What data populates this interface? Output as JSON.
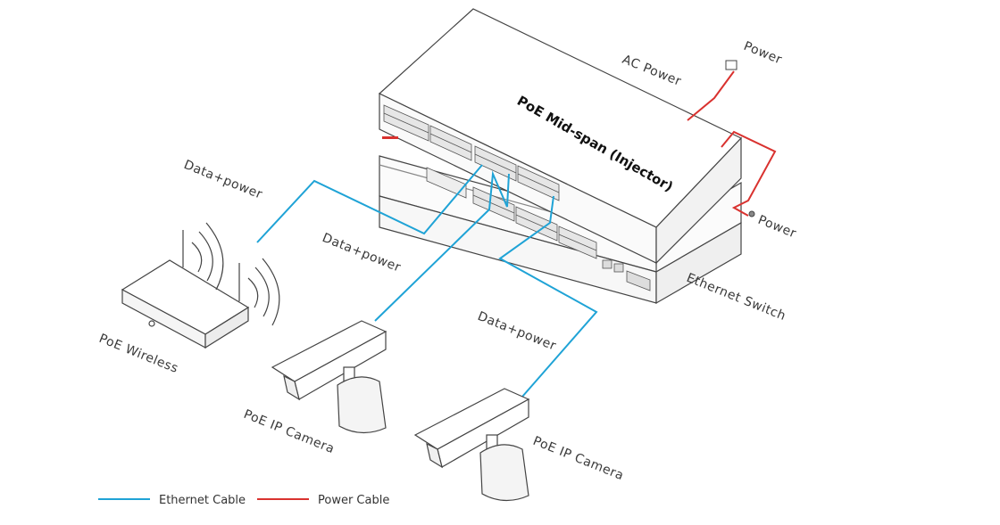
{
  "title": "PoE Mid-span (Injector)",
  "labels": {
    "ac_power": "AC Power",
    "power_top": "Power",
    "power_right": "Power",
    "ethernet_switch": "Ethernet Switch",
    "data_power_1": "Data+power",
    "data_power_2": "Data+power",
    "data_power_3": "Data+power",
    "poe_wireless": "PoE Wireless",
    "poe_ip_camera_1": "PoE IP Camera",
    "poe_ip_camera_2": "PoE IP Camera"
  },
  "legend": {
    "ethernet": "Ethernet Cable",
    "power": "Power Cable"
  },
  "colors": {
    "ethernet": "#1fa3d6",
    "power": "#d9322f",
    "outline": "#444444"
  }
}
